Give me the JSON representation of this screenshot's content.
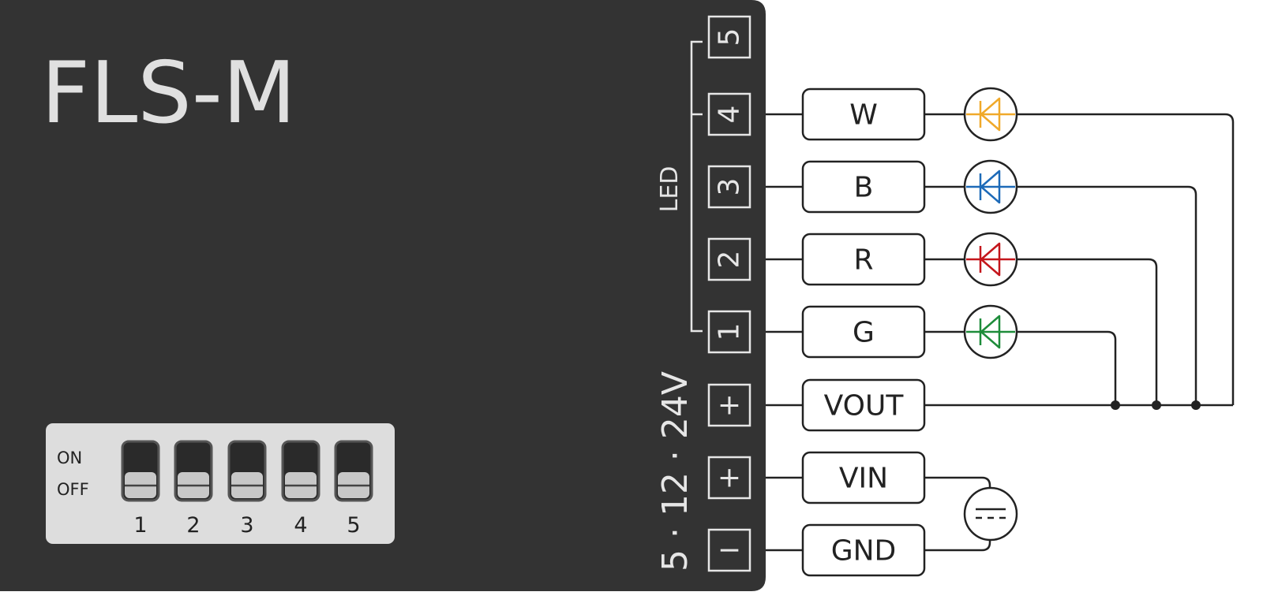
{
  "device": {
    "title": "FLS-M",
    "led_group_label": "LED",
    "voltage_label": "5 · 12 · 24V"
  },
  "dip_switch": {
    "on_label": "ON",
    "off_label": "OFF",
    "switches": [
      {
        "number": "1",
        "state": "OFF"
      },
      {
        "number": "2",
        "state": "OFF"
      },
      {
        "number": "3",
        "state": "OFF"
      },
      {
        "number": "4",
        "state": "OFF"
      },
      {
        "number": "5",
        "state": "OFF"
      }
    ]
  },
  "terminals": [
    "5",
    "4",
    "3",
    "2",
    "1",
    "+",
    "+",
    "−"
  ],
  "connections": [
    {
      "label": "W",
      "led_color": "#f0a92a"
    },
    {
      "label": "B",
      "led_color": "#1d6ab8"
    },
    {
      "label": "R",
      "led_color": "#c4161c"
    },
    {
      "label": "G",
      "led_color": "#1e8c3a"
    },
    {
      "label": "VOUT"
    },
    {
      "label": "VIN"
    },
    {
      "label": "GND"
    }
  ],
  "colors": {
    "panel": "#333333",
    "panel_text": "#e6e6e6",
    "dip_bg": "#dddddd"
  }
}
